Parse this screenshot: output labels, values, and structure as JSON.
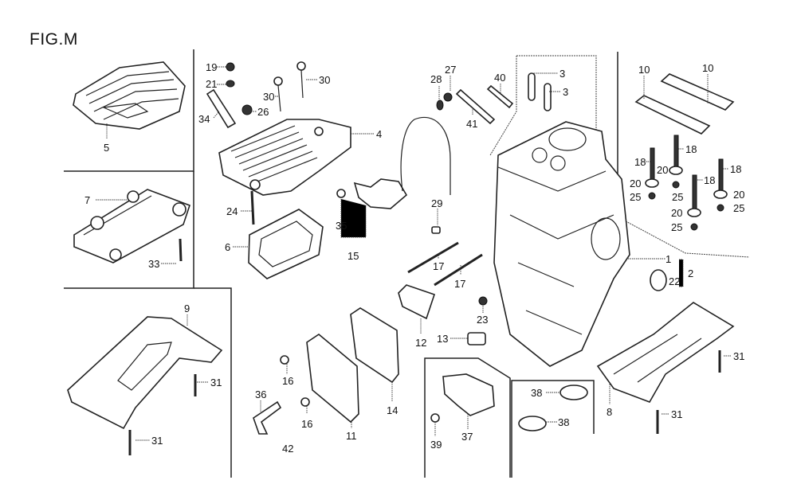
{
  "figure": {
    "title": "FIG.M",
    "callouts": [
      {
        "id": "c5",
        "label": "5"
      },
      {
        "id": "c19",
        "label": "19"
      },
      {
        "id": "c21",
        "label": "21"
      },
      {
        "id": "c34",
        "label": "34"
      },
      {
        "id": "c30a",
        "label": "30"
      },
      {
        "id": "c30b",
        "label": "30"
      },
      {
        "id": "c26",
        "label": "26"
      },
      {
        "id": "c4",
        "label": "4"
      },
      {
        "id": "c24",
        "label": "24"
      },
      {
        "id": "c6",
        "label": "6"
      },
      {
        "id": "c35",
        "label": "35"
      },
      {
        "id": "c15",
        "label": "15"
      },
      {
        "id": "c7",
        "label": "7"
      },
      {
        "id": "c33",
        "label": "33"
      },
      {
        "id": "c9",
        "label": "9"
      },
      {
        "id": "c31a",
        "label": "31"
      },
      {
        "id": "c31b",
        "label": "31"
      },
      {
        "id": "c28",
        "label": "28"
      },
      {
        "id": "c27",
        "label": "27"
      },
      {
        "id": "c41",
        "label": "41"
      },
      {
        "id": "c40",
        "label": "40"
      },
      {
        "id": "c3a",
        "label": "3"
      },
      {
        "id": "c3b",
        "label": "3"
      },
      {
        "id": "c29",
        "label": "29"
      },
      {
        "id": "c17a",
        "label": "17"
      },
      {
        "id": "c17b",
        "label": "17"
      },
      {
        "id": "c23",
        "label": "23"
      },
      {
        "id": "c12",
        "label": "12"
      },
      {
        "id": "c13",
        "label": "13"
      },
      {
        "id": "c10a",
        "label": "10"
      },
      {
        "id": "c10b",
        "label": "10"
      },
      {
        "id": "c18a",
        "label": "18"
      },
      {
        "id": "c18b",
        "label": "18"
      },
      {
        "id": "c18c",
        "label": "18"
      },
      {
        "id": "c18d",
        "label": "18"
      },
      {
        "id": "c20a",
        "label": "20"
      },
      {
        "id": "c20b",
        "label": "20"
      },
      {
        "id": "c20c",
        "label": "20"
      },
      {
        "id": "c20d",
        "label": "20"
      },
      {
        "id": "c25a",
        "label": "25"
      },
      {
        "id": "c25b",
        "label": "25"
      },
      {
        "id": "c25c",
        "label": "25"
      },
      {
        "id": "c25d",
        "label": "25"
      },
      {
        "id": "c1",
        "label": "1"
      },
      {
        "id": "c2",
        "label": "2"
      },
      {
        "id": "c22",
        "label": "22"
      },
      {
        "id": "c8",
        "label": "8"
      },
      {
        "id": "c31c",
        "label": "31"
      },
      {
        "id": "c31d",
        "label": "31"
      },
      {
        "id": "c16a",
        "label": "16"
      },
      {
        "id": "c16b",
        "label": "16"
      },
      {
        "id": "c36",
        "label": "36"
      },
      {
        "id": "c42",
        "label": "42"
      },
      {
        "id": "c11",
        "label": "11"
      },
      {
        "id": "c14",
        "label": "14"
      },
      {
        "id": "c37",
        "label": "37"
      },
      {
        "id": "c39",
        "label": "39"
      },
      {
        "id": "c38a",
        "label": "38"
      },
      {
        "id": "c38b",
        "label": "38"
      }
    ]
  }
}
